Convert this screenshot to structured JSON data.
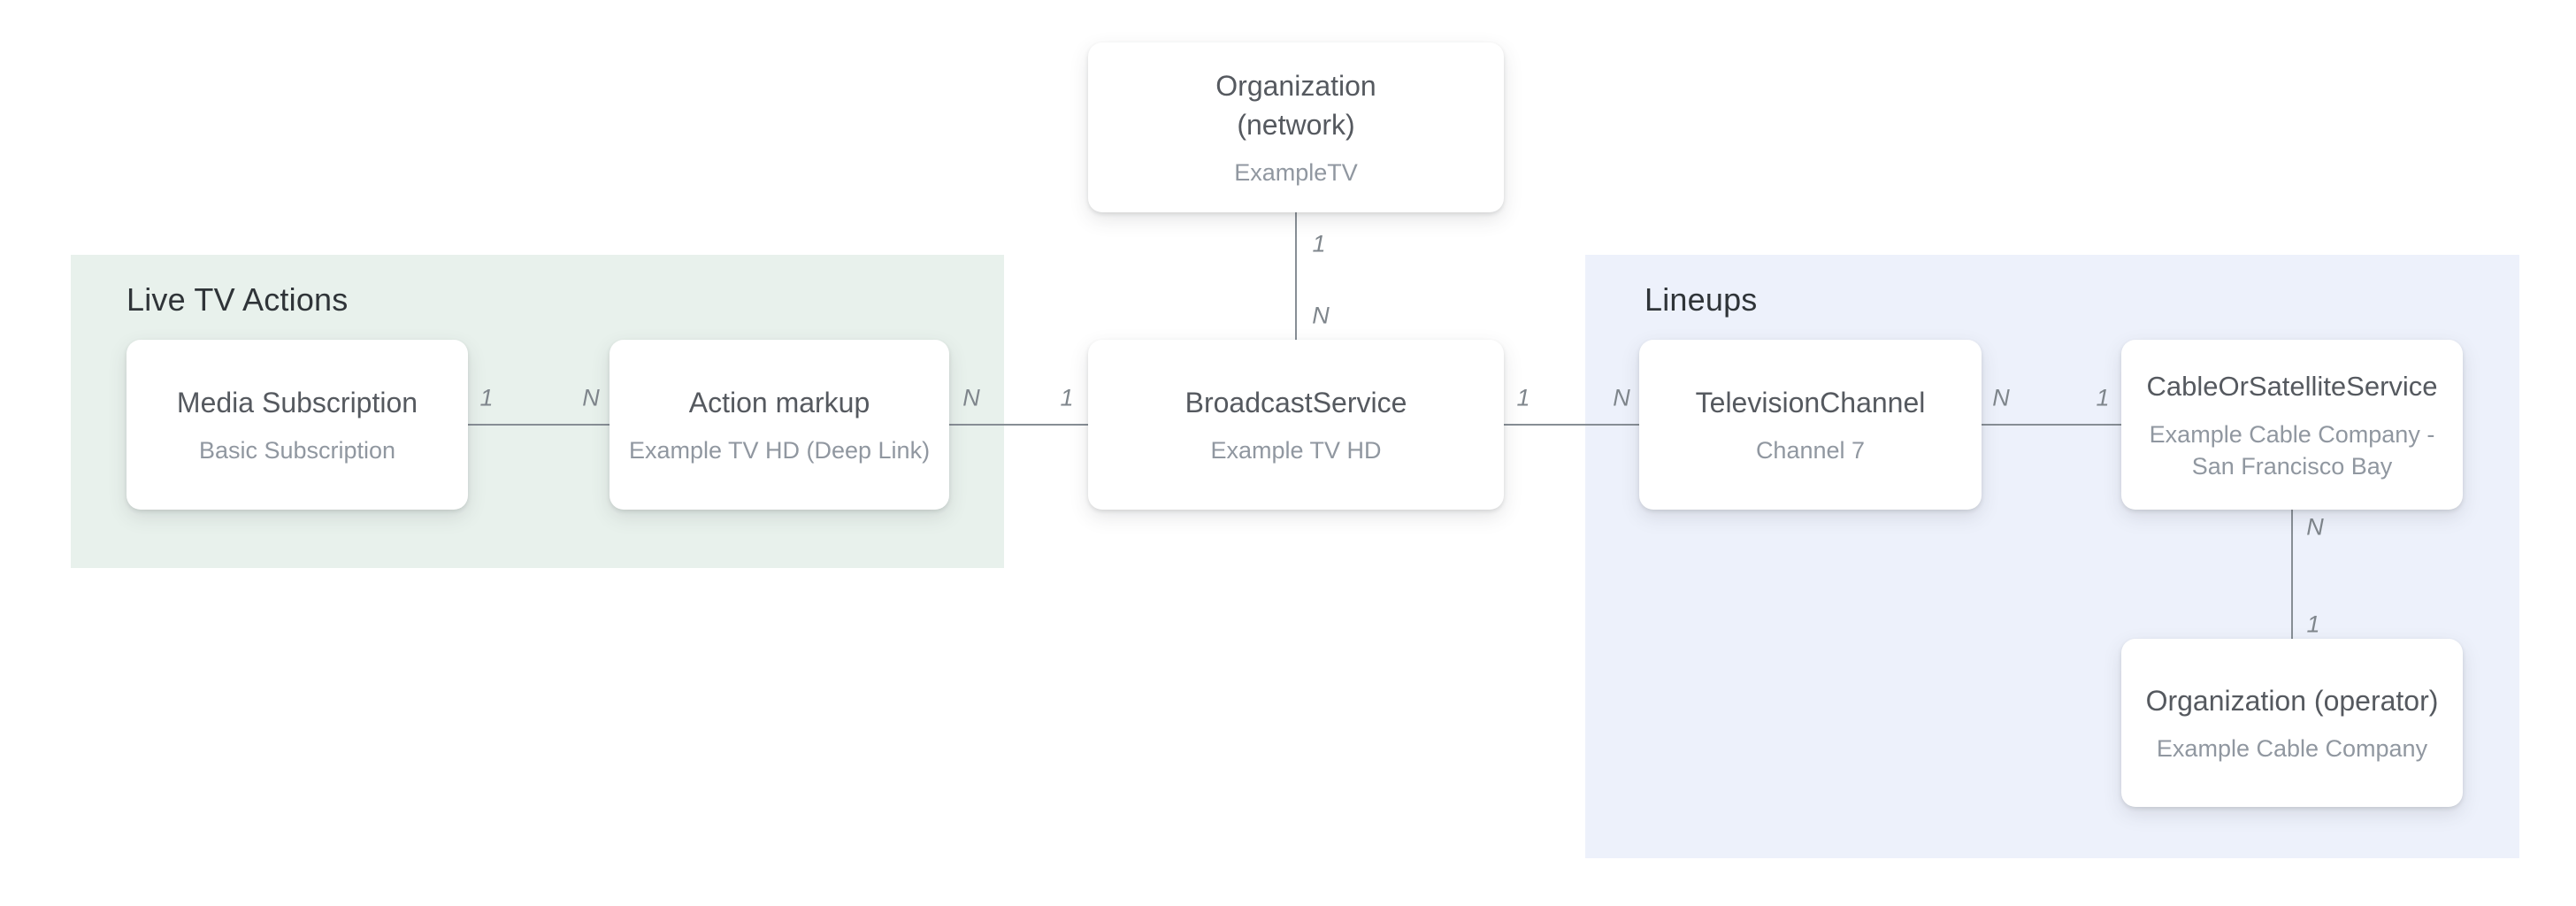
{
  "diagram": {
    "regions": [
      {
        "id": "live-tv-actions",
        "label": "Live TV Actions",
        "color": "#e8f1ec"
      },
      {
        "id": "lineups",
        "label": "Lineups",
        "color": "#edf1fb"
      }
    ],
    "nodes": [
      {
        "id": "organization-network",
        "title": "Organization",
        "title2": "(network)",
        "subtitle": "ExampleTV"
      },
      {
        "id": "media-subscription",
        "title": "Media Subscription",
        "subtitle": "Basic Subscription"
      },
      {
        "id": "action-markup",
        "title": "Action markup",
        "subtitle": "Example TV HD (Deep Link)"
      },
      {
        "id": "broadcast-service",
        "title": "BroadcastService",
        "subtitle": "Example TV HD"
      },
      {
        "id": "television-channel",
        "title": "TelevisionChannel",
        "subtitle": "Channel 7"
      },
      {
        "id": "cable-or-satellite-service",
        "title": "CableOrSatelliteService",
        "subtitle": "Example Cable Company - San Francisco Bay"
      },
      {
        "id": "organization-operator",
        "title": "Organization (operator)",
        "subtitle": "Example Cable Company"
      }
    ],
    "edges": [
      {
        "from": "Media Subscription",
        "to": "Action markup",
        "from_card": "1",
        "to_card": "N"
      },
      {
        "from": "Action markup",
        "to": "BroadcastService",
        "from_card": "N",
        "to_card": "1"
      },
      {
        "from": "Organization (network)",
        "to": "BroadcastService",
        "from_card": "1",
        "to_card": "N"
      },
      {
        "from": "BroadcastService",
        "to": "TelevisionChannel",
        "from_card": "1",
        "to_card": "N"
      },
      {
        "from": "TelevisionChannel",
        "to": "CableOrSatelliteService",
        "from_card": "N",
        "to_card": "1"
      },
      {
        "from": "CableOrSatelliteService",
        "to": "Organization (operator)",
        "from_card": "N",
        "to_card": "1"
      }
    ],
    "colors": {
      "region_live_tv_actions": "#e8f1ec",
      "region_lineups": "#edf1fb",
      "node_title": "#55595f",
      "node_subtitle": "#9097a0",
      "connector": "#878e95",
      "cardinality": "#7f868c",
      "region_label": "#2f3438"
    }
  }
}
